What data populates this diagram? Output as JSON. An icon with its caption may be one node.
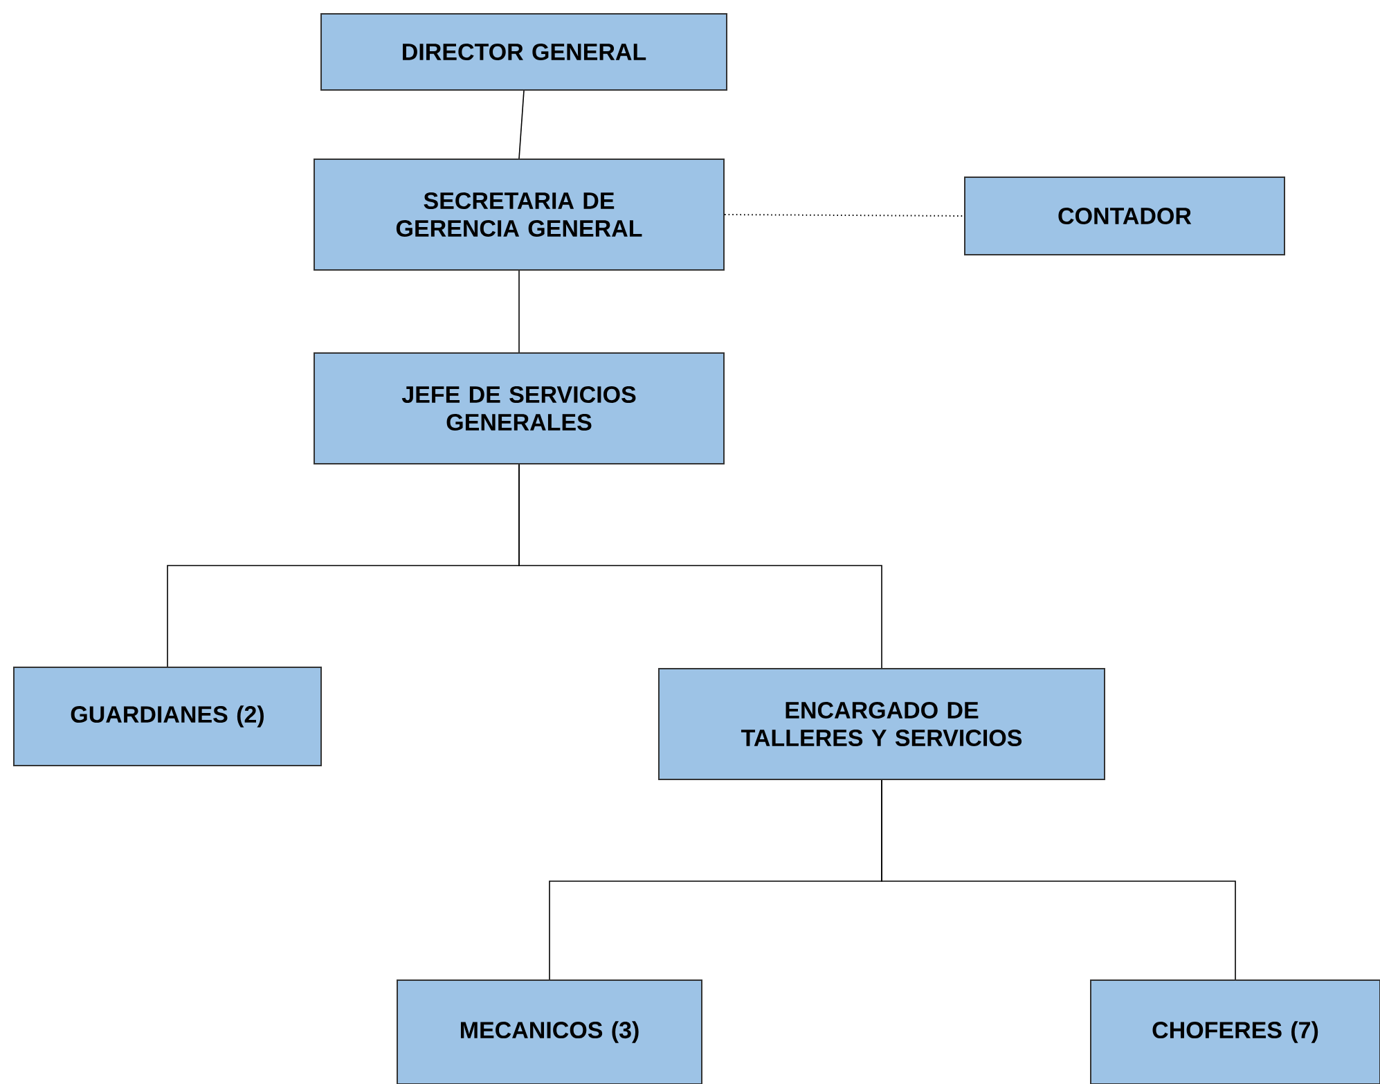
{
  "diagram": {
    "nodes": [
      {
        "text": [
          "DIRECTOR GENERAL"
        ]
      },
      {
        "text": [
          "SECRETARIA DE GERENCIA GENERAL"
        ]
      },
      {
        "text": [
          "CONTADOR"
        ]
      },
      {
        "text": [
          "JEFE DE SERVICIOS GENERALES"
        ]
      },
      {
        "text": [
          "GUARDIANES (2)"
        ]
      },
      {
        "text": [
          "ENCARGADO DE TALLERES Y SERVICIOS"
        ]
      },
      {
        "text": [
          "MECANICOS (3)"
        ]
      },
      {
        "text": [
          "CHOFERES (7)"
        ]
      }
    ],
    "edges": [
      {
        "from": 0,
        "to": 1,
        "arrow": "none"
      },
      {
        "from": 1,
        "to": 2,
        "arrow": "none",
        "style": "dashed"
      },
      {
        "from": 1,
        "to": 3,
        "arrow": "none"
      },
      {
        "from": 3,
        "to": 4,
        "arrow": "none"
      },
      {
        "from": 3,
        "to": 5,
        "arrow": "none"
      },
      {
        "from": 5,
        "to": 6,
        "arrow": "none"
      },
      {
        "from": 5,
        "to": 7,
        "arrow": "none"
      }
    ]
  }
}
